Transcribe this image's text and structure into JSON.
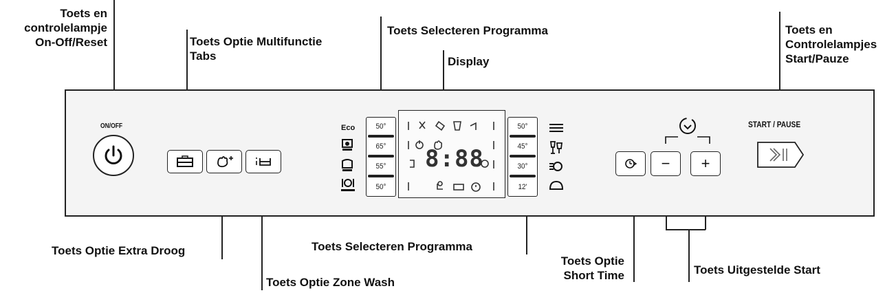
{
  "labels": {
    "onoff_reset": "Toets en\ncontrolelampje\nOn-Off/Reset",
    "multifunctie_tabs": "Toets Optie Multifunctie\nTabs",
    "selecteren_programma_top": "Toets Selecteren Programma",
    "display": "Display",
    "start_pauze": "Toets en\nControlelampjes\nStart/Pauze",
    "extra_droog": "Toets Optie Extra Droog",
    "zone_wash": "Toets Optie Zone Wash",
    "selecteren_programma_bottom": "Toets Selecteren Programma",
    "short_time": "Toets Optie\nShort Time",
    "uitgestelde_start": "Toets Uitgestelde Start"
  },
  "panel": {
    "onoff_caption": "ON/OFF",
    "start_caption": "START / PAUSE",
    "eco_label": "Eco",
    "left_temps": [
      "50°",
      "65°",
      "55°",
      "50°"
    ],
    "right_temps": [
      "50°",
      "45°",
      "30°",
      "12'"
    ],
    "display_digits": "8:88",
    "minus_label": "−",
    "plus_label": "+"
  },
  "icons": [
    "power-icon",
    "tablet-icon",
    "extra-dry-icon",
    "zone-wash-icon",
    "short-time-icon",
    "clock-icon",
    "start-pause-icon"
  ]
}
